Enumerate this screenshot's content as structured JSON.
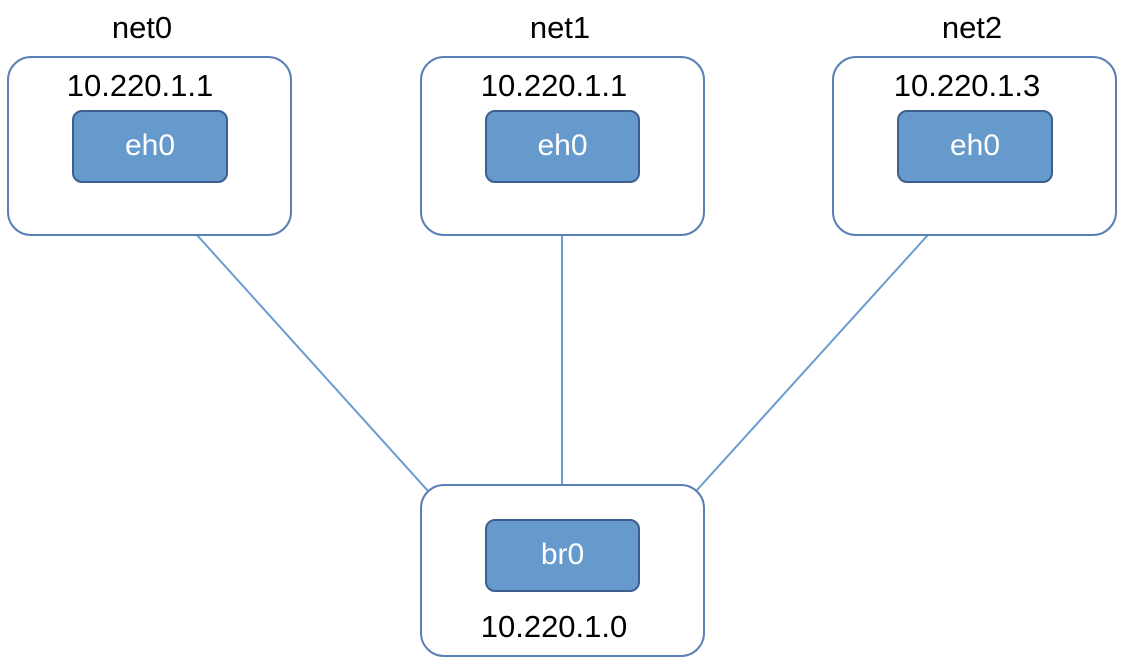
{
  "namespaces": [
    {
      "title": "net0",
      "ip": "10.220.1.1",
      "iface": "eh0"
    },
    {
      "title": "net1",
      "ip": "10.220.1.1",
      "iface": "eh0"
    },
    {
      "title": "net2",
      "ip": "10.220.1.3",
      "iface": "eh0"
    }
  ],
  "bridge": {
    "iface": "br0",
    "ip": "10.220.1.0"
  },
  "colors": {
    "box_border": "#5a7fb6",
    "iface_fill": "#6699cc",
    "iface_border": "#3d5f8f",
    "link": "#6a9ccf"
  }
}
